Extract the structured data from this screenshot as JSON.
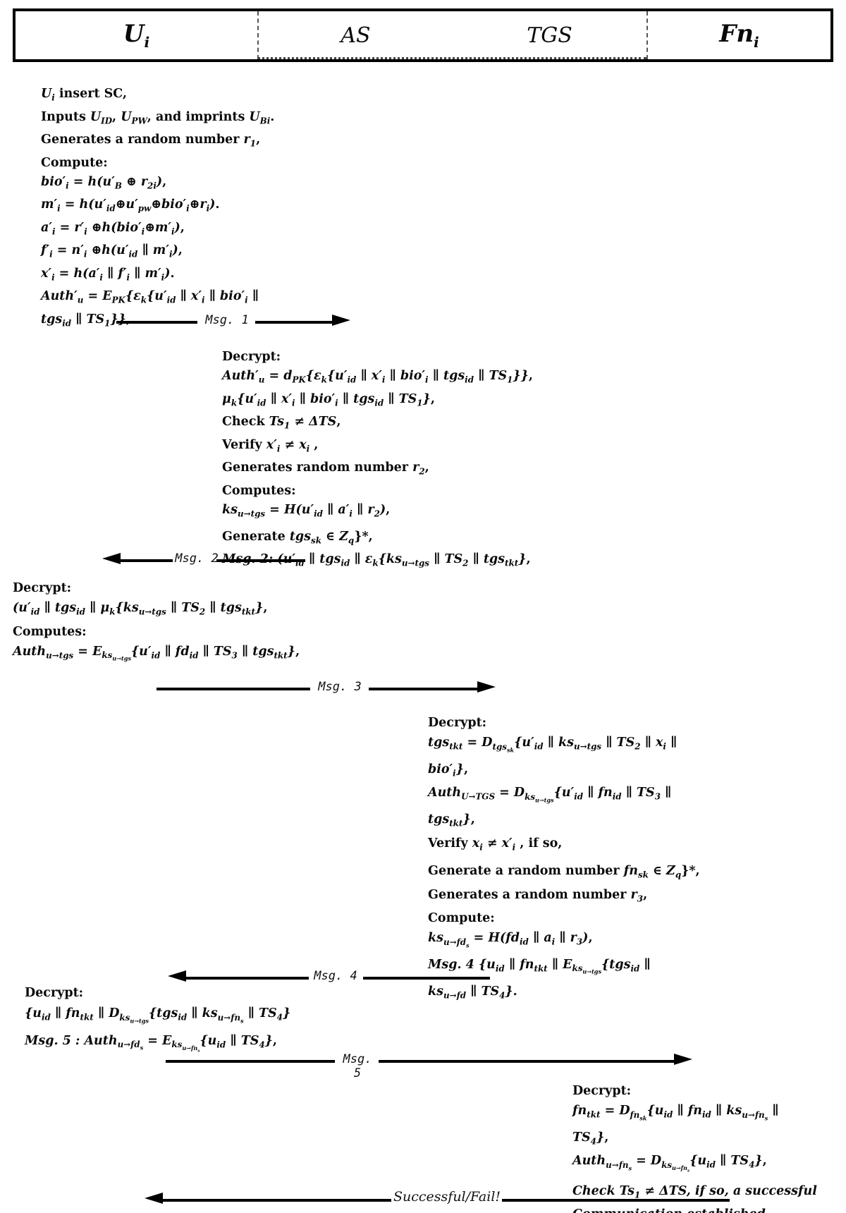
{
  "colors": {
    "text": "#0a0a0a",
    "background": "#ffffff",
    "line": "#000000"
  },
  "header": {
    "parties": [
      {
        "label": "U_{i}"
      },
      {
        "label": "AS"
      },
      {
        "label": "TGS"
      },
      {
        "label": "Fn_{i}"
      }
    ]
  },
  "blocks": [
    {
      "id": "ui-login",
      "lines": [
        "*U_{i}* insert SC,",
        "Inputs *U_{ID}*, *U_{PW}*, and imprints *U_{Bi}*.",
        "Generates a random number *r_{1}*,",
        "Compute:",
        "*bio′_{i} = h(u′_{B} ⊕ r_{2i})*,",
        "*m′_{i} = h(u′_{id}⊕u′_{pw}⊕bio′_{i}⊕r_{i})*.",
        "*a′_{i} =  r′_{i} ⊕h(bio′_{i}⊕m′_{i})*,",
        "*f′_{i} = n′_{i} ⊕h(u′_{id} ∥ m′_{i})*,",
        "*x′_{i} = h(a′_{i} ∥ f′_{i} ∥ m′_{i})*.",
        "*Auth′_{u} = E_{PK}{ε_{k}{u′_{id} ∥ x′_{i} ∥ bio′_{i} ∥*",
        "*tgs_{id} ∥ TS_{1}}}*,"
      ]
    },
    {
      "id": "as-verify",
      "lines": [
        "Decrypt:",
        "*Auth′_{u} = d_{PK}{ε_{k}{u′_{id} ∥ x′_{i} ∥ bio′_{i} ∥ tgs_{id} ∥ TS_{1}}}*,",
        "*μ_{k}{u′_{id} ∥ x′_{i} ∥ bio′_{i} ∥ tgs_{id} ∥ TS_{1}}*,",
        "Check *Ts_{1} ≠ ΔTS*,",
        "Verify *x′_{i} ≠ x_{i}* ,",
        "Generates random number *r_{2}*,",
        "Computes:",
        "*ks_{u→tgs} = H(u′_{id} ∥ a′_{i} ∥ r_{2})*,",
        "Generate  *tgs_{sk} ∈ Z_{q}^{*}*,",
        "*Msg. 2: (u′_{id} ∥ tgs_{id} ∥ ε_{k}{ks_{u→tgs} ∥ TS_{2} ∥ tgs_{tkt}}*,"
      ]
    },
    {
      "id": "ui-msg3",
      "lines": [
        "Decrypt:",
        "*(u′_{id} ∥ tgs_{id} ∥ μ_{k}{ks_{u→tgs} ∥ TS_{2} ∥ tgs_{tkt}}*,",
        "Computes:",
        "*Auth_{u→tgs} = E_{ks_{u→tgs}}{u′_{id} ∥ fd_{id} ∥ TS_{3} ∥ tgs_{tkt}}*,"
      ]
    },
    {
      "id": "tgs-verify",
      "lines": [
        "Decrypt:",
        "*tgs_{tkt} = D_{tgs_{sk}}{u′_{id} ∥ ks_{u→tgs} ∥ TS_{2} ∥ x_{i} ∥*",
        "*bio′_{i}}*,",
        "*Auth_{U→TGS} = D_{ks_{u→tgs}}{u′_{id} ∥ fn_{id} ∥ TS_{3} ∥*",
        "*tgs_{tkt}}*,",
        "Verify *x_{i} ≠ x′_{i}* , if so,",
        "Generate a random number *fn_{sk} ∈ Z_{q}^{*}*,",
        "Generates a random number *r_{3}*,",
        "Compute:",
        "*ks_{u→fd_{s}} = H(fd_{id} ∥ a_{i} ∥ r_{3})*,",
        "*Msg. 4 {u_{id} ∥ fn_{tkt} ∥ E_{ks_{u→tgs}}{tgs_{id} ∥*",
        "*ks_{u→fd} ∥ TS_{4}}.*"
      ]
    },
    {
      "id": "ui-msg5",
      "lines": [
        "Decrypt:",
        "*{u_{id} ∥ fn_{tkt} ∥ D_{ks_{u→tgs}}{tgs_{id} ∥ ks_{u→fn_{s}} ∥ TS_{4}}*",
        "*Msg. 5 : Auth_{u→fd_{s}} = E_{ks_{u→fn_{s}}}{u_{id} ∥ TS_{4}}*,"
      ]
    },
    {
      "id": "fn-verify",
      "lines": [
        "Decrypt:",
        "*fn_{tkt} =  D_{fn_{sk}}{u_{id} ∥ fn_{id} ∥ ks_{u→fn_{s}} ∥*",
        "*TS_{4}}*,",
        "*Auth_{u→fn_{s}} = D_{ks_{u→fn_{s}}}{u_{id} ∥ TS_{4}}*,",
        "*Check Ts_{1} ≠ ΔTS, if so, a successful*",
        "*Communication established.*"
      ]
    }
  ],
  "arrows": [
    {
      "id": "msg1",
      "label": "Msg. 1",
      "direction": "right"
    },
    {
      "id": "msg2",
      "label": "Msg. 2",
      "direction": "left"
    },
    {
      "id": "msg3",
      "label": "Msg. 3",
      "direction": "right"
    },
    {
      "id": "msg4",
      "label": "Msg. 4",
      "direction": "left"
    },
    {
      "id": "msg5",
      "label": "Msg. 5",
      "direction": "right"
    },
    {
      "id": "result",
      "label": "Successful/Fail!",
      "direction": "left"
    }
  ]
}
